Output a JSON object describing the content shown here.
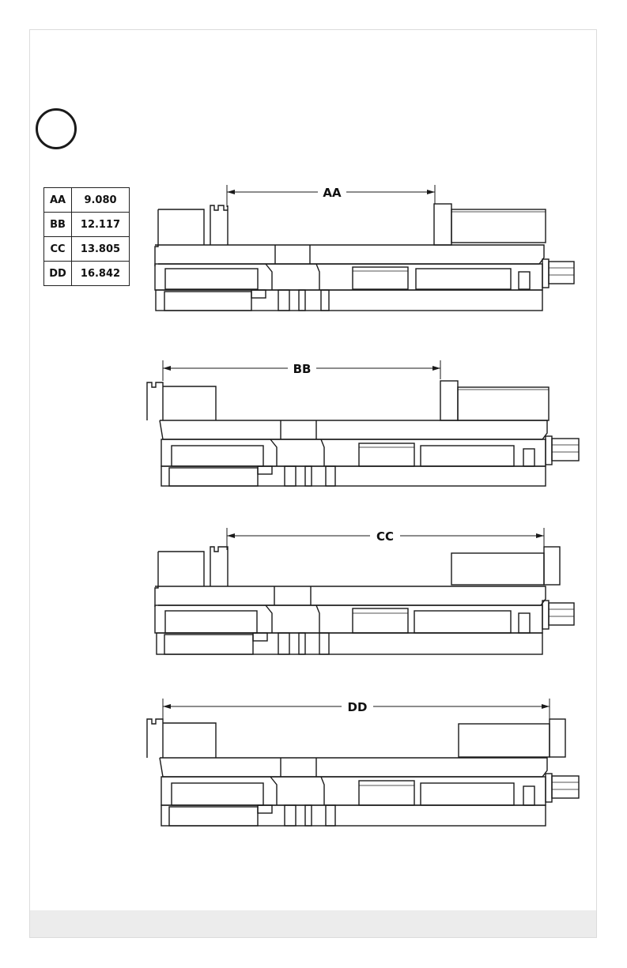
{
  "dimensions": [
    {
      "key": "AA",
      "value": "9.080"
    },
    {
      "key": "BB",
      "value": "12.117"
    },
    {
      "key": "CC",
      "value": "13.805"
    },
    {
      "key": "DD",
      "value": "16.842"
    }
  ],
  "views": [
    {
      "label": "AA"
    },
    {
      "label": "BB"
    },
    {
      "label": "CC"
    },
    {
      "label": "DD"
    }
  ],
  "colors": {
    "line": "#1a1a1a",
    "footer": "#ececec"
  }
}
